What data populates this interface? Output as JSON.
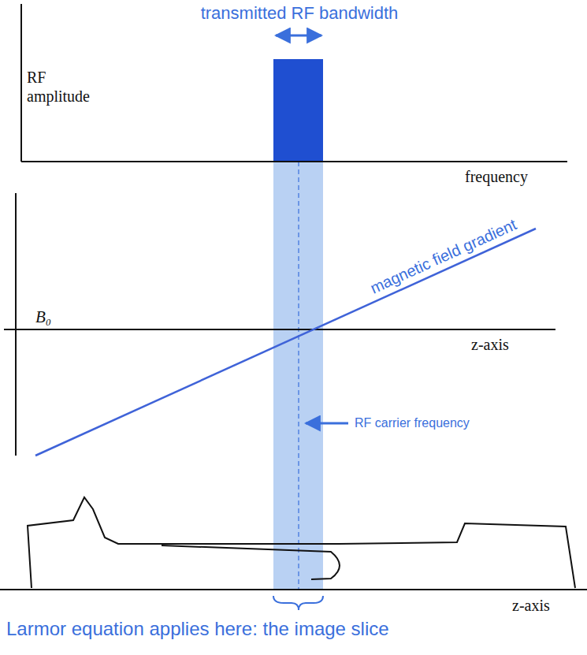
{
  "diagram": {
    "labels": [
      "transmitted RF bandwidth",
      "RF amplitude",
      "frequency",
      "magnetic field gradient",
      "B₀",
      "z-axis",
      "RF carrier frequency",
      "z-axis",
      "Larmor equation applies here: the image slice"
    ]
  }
}
